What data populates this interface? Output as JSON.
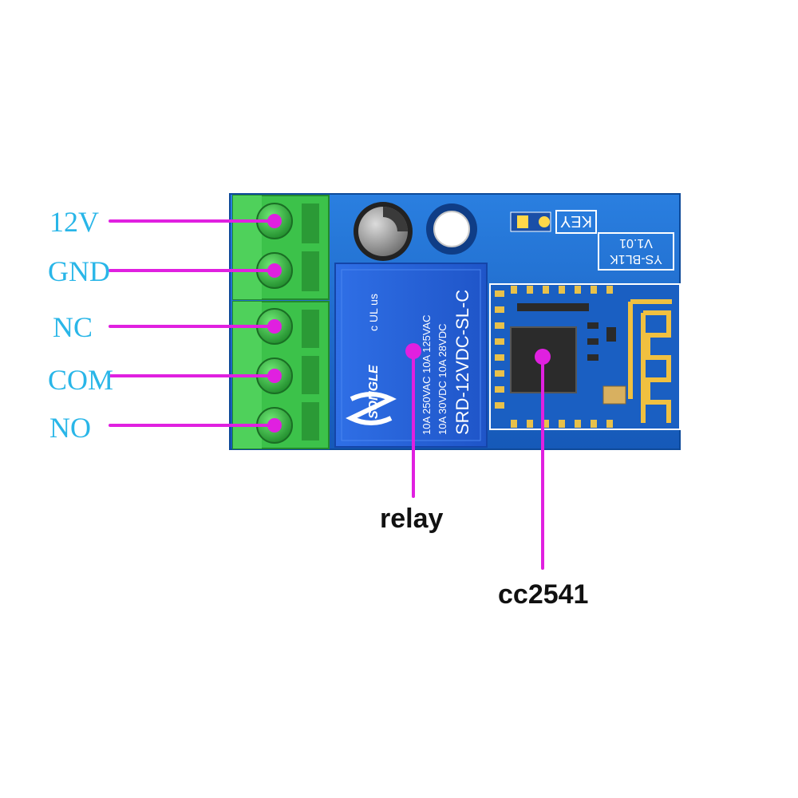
{
  "pins": [
    {
      "id": "12v",
      "label": "12V"
    },
    {
      "id": "gnd",
      "label": "GND"
    },
    {
      "id": "nc",
      "label": "NC"
    },
    {
      "id": "com",
      "label": "COM"
    },
    {
      "id": "no",
      "label": "NO"
    }
  ],
  "callouts": {
    "relay": "relay",
    "chip": "cc2541"
  },
  "board": {
    "key_label": "KEY",
    "model_line1": "YS-BL1K",
    "model_line2": "V1.01"
  },
  "relay_markings": {
    "brand": "SONGLE",
    "rating_1": "10A 250VAC   10A 125VAC",
    "rating_2": "10A 30VDC   10A 28VDC",
    "model": "SRD-12VDC-SL-C",
    "ul": "c UL us"
  },
  "colors": {
    "leader": "#e020e0",
    "pin_label": "#29b6e8",
    "pcb": "#1e6fd0",
    "terminal": "#3cc24a"
  }
}
